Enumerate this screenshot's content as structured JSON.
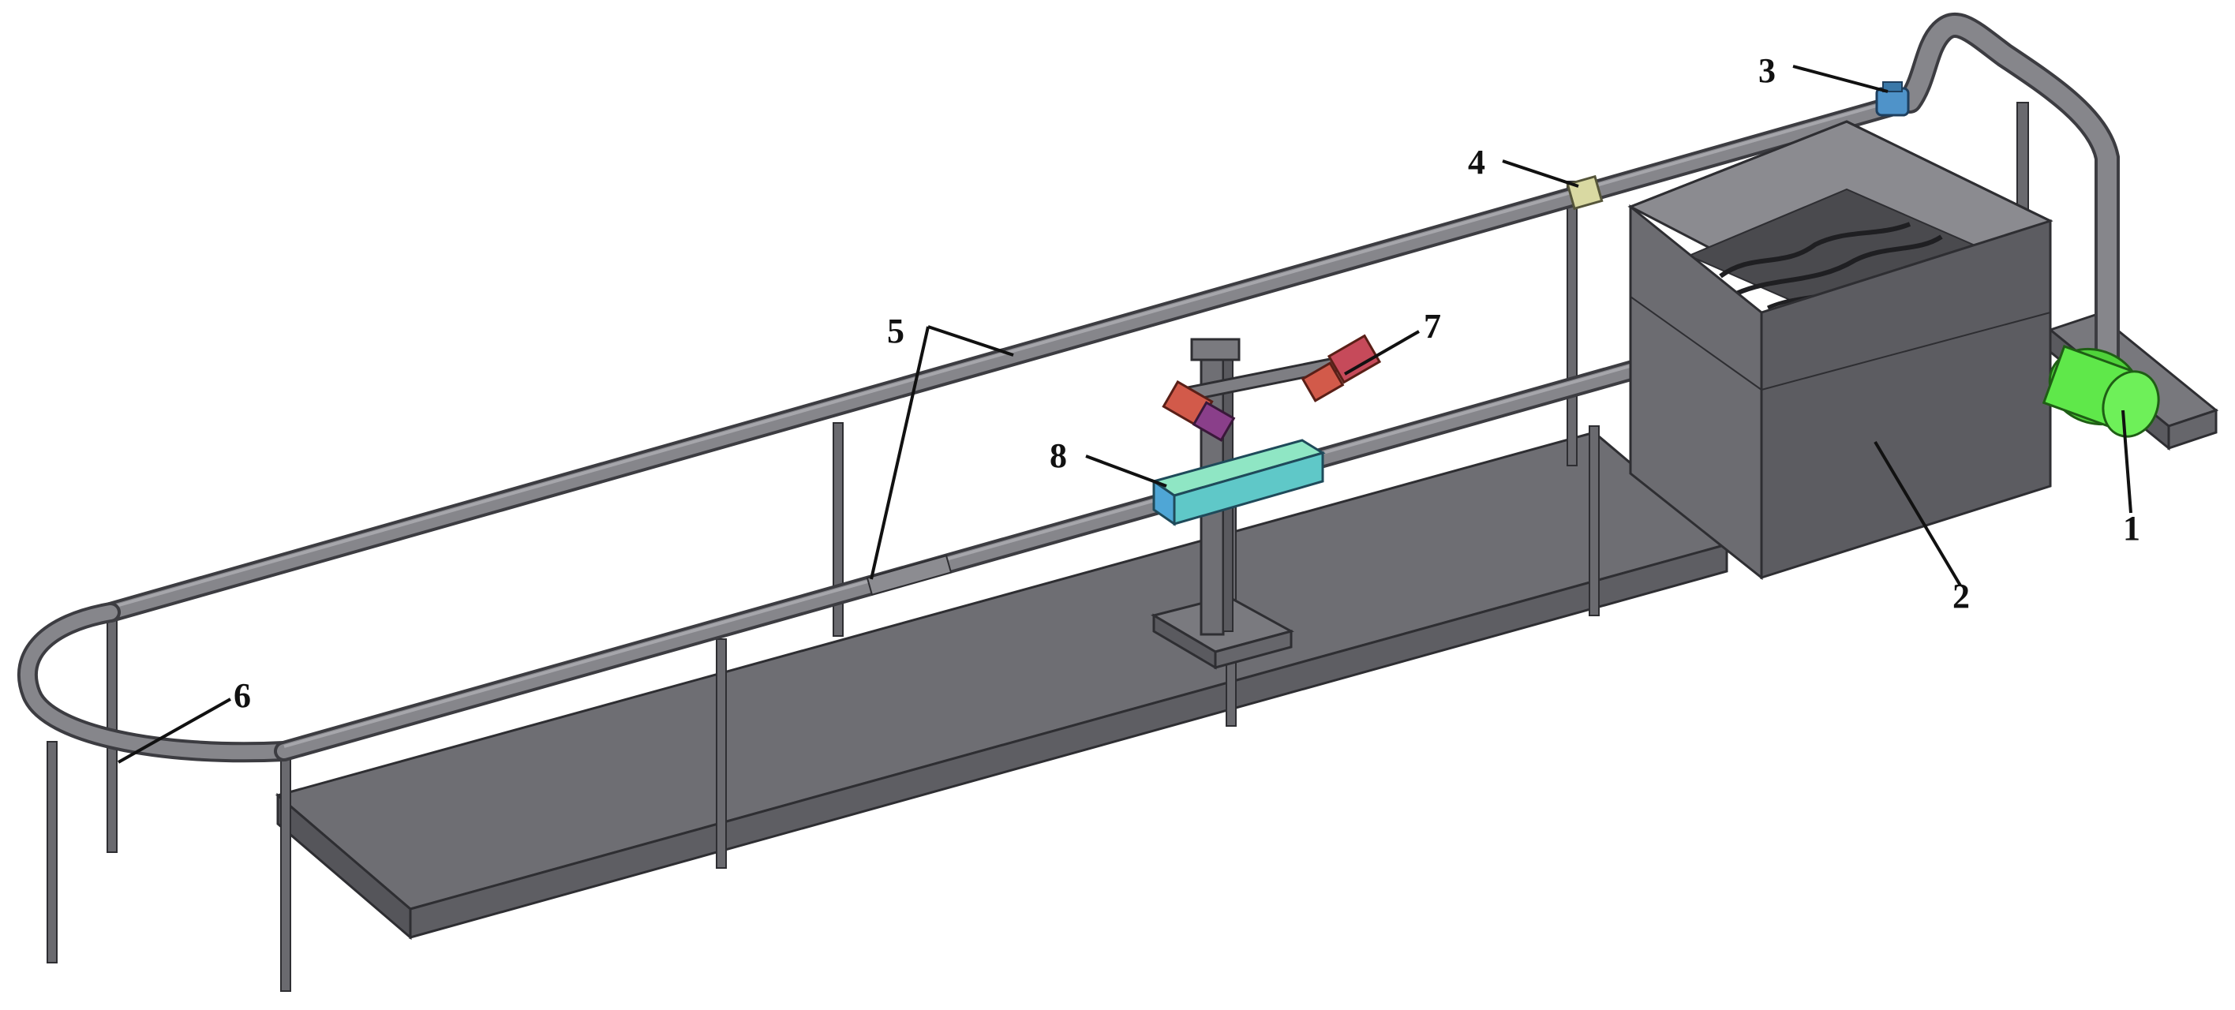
{
  "figure": {
    "colors": {
      "background": "#ffffff",
      "pipe": "#7d7d82",
      "pipe_dark": "#4f4f55",
      "platform": "#6e6e73",
      "platform_side": "#5a5a5f",
      "tank_front": "#6c6c71",
      "tank_side": "#59595e",
      "tank_inner": "#8b8b90",
      "pump": "#5fe84a",
      "valve": "#4f93c9",
      "flowmeter": "#d9d9a2",
      "sensor_box_a": "#5fd9b6",
      "sensor_box_b": "#4fa6d6",
      "camera_a": "#d25a4a",
      "camera_b": "#b8406a",
      "camera_c": "#8a3f8a"
    },
    "callouts": [
      {
        "id": "1",
        "text": "1",
        "component_icon": "pump-icon"
      },
      {
        "id": "2",
        "text": "2",
        "component_icon": "water-tank-icon"
      },
      {
        "id": "3",
        "text": "3",
        "component_icon": "valve-icon"
      },
      {
        "id": "4",
        "text": "4",
        "component_icon": "flowmeter-icon"
      },
      {
        "id": "5",
        "text": "5",
        "component_icon": "pipe-section-icon"
      },
      {
        "id": "6",
        "text": "6",
        "component_icon": "u-bend-pipe-icon"
      },
      {
        "id": "7",
        "text": "7",
        "component_icon": "camera-pair-icon"
      },
      {
        "id": "8",
        "text": "8",
        "component_icon": "test-section-box-icon"
      }
    ]
  }
}
